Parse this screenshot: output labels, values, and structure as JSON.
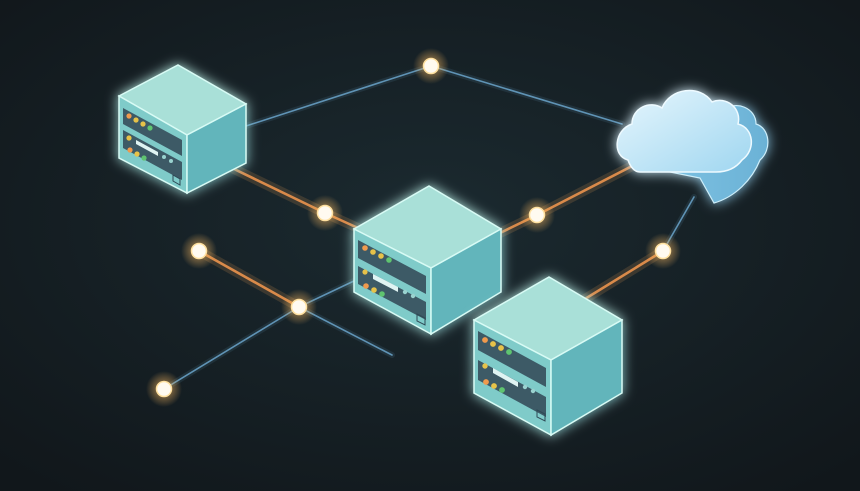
{
  "diagram": {
    "type": "network-topology",
    "colors": {
      "background": "#141c21",
      "server_top": "#a9e0d8",
      "server_front": "#7cc8c6",
      "server_side": "#5fb1b7",
      "server_edge": "#d8fbf5",
      "panel": "#3d5a66",
      "cloud_front": "#c9e9f6",
      "cloud_side": "#8fcde6",
      "blue_link": "#5f93b5",
      "orange_link": "#d98a4a",
      "node_glow": "#ffd88a",
      "led_orange": "#f09a4e",
      "led_yellow": "#e6c24a",
      "led_green": "#5ec46f"
    },
    "icons": {
      "server": "server-rack-icon",
      "cloud": "cloud-icon",
      "node": "network-node-icon"
    },
    "servers": [
      {
        "id": "server-top-left"
      },
      {
        "id": "server-center"
      },
      {
        "id": "server-bottom-right"
      }
    ],
    "cloud": {
      "id": "cloud"
    },
    "nodes": [
      {
        "id": "node-top"
      },
      {
        "id": "node-mid-left"
      },
      {
        "id": "node-center-right"
      },
      {
        "id": "node-far-left"
      },
      {
        "id": "node-lower-left"
      },
      {
        "id": "node-bottom-left"
      },
      {
        "id": "node-right"
      }
    ],
    "links": [
      {
        "id": "link-server1-node-top",
        "style": "blue"
      },
      {
        "id": "link-node-top-cloud",
        "style": "blue"
      },
      {
        "id": "link-server1-node-mid",
        "style": "orange"
      },
      {
        "id": "link-node-mid-server2",
        "style": "orange"
      },
      {
        "id": "link-server2-node-cr",
        "style": "orange"
      },
      {
        "id": "link-node-cr-cloud",
        "style": "orange"
      },
      {
        "id": "link-far-left-lower-left",
        "style": "orange"
      },
      {
        "id": "link-lower-left-server2",
        "style": "blue"
      },
      {
        "id": "link-bottom-left-lower-left",
        "style": "blue"
      },
      {
        "id": "link-lower-left-tail",
        "style": "blue"
      },
      {
        "id": "link-server3-node-right",
        "style": "orange"
      },
      {
        "id": "link-node-right-cloud",
        "style": "blue"
      }
    ]
  }
}
